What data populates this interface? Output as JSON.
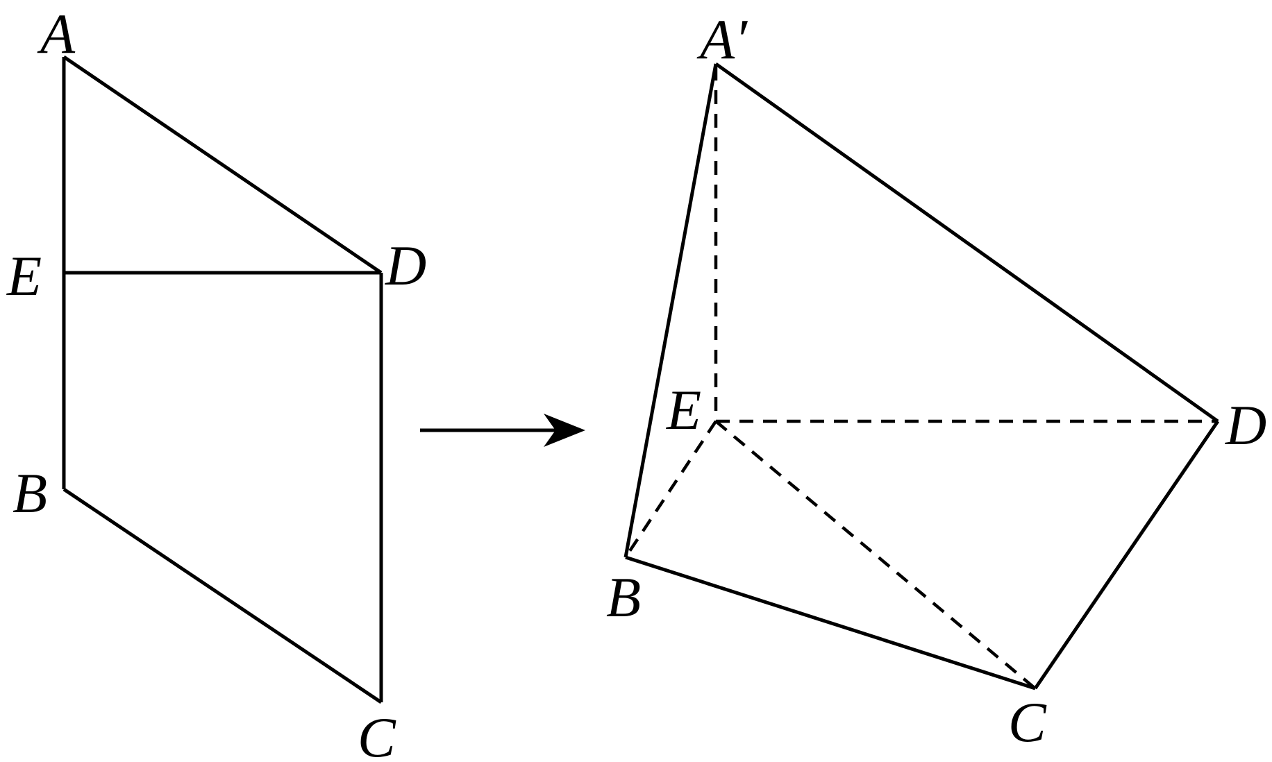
{
  "figure": {
    "flat": {
      "labels": {
        "A": "A",
        "E": "E",
        "D": "D",
        "B": "B",
        "C": "C"
      }
    },
    "folded": {
      "labels": {
        "A": "A′",
        "E": "E",
        "D": "D",
        "B": "B",
        "C": "C"
      }
    }
  }
}
